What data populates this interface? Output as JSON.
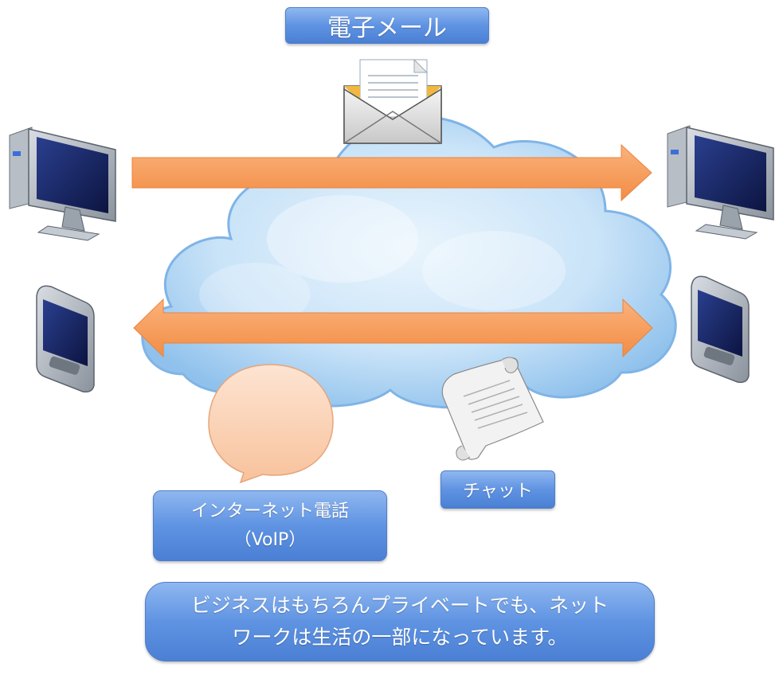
{
  "labels": {
    "email": "電子メール",
    "chat": "チャット",
    "voip_line1": "インターネット電話",
    "voip_line2": "（VoIP）",
    "caption_line1": "ビジネスはもちろんプライベートでも、ネット",
    "caption_line2": "ワークは生活の一部になっています。"
  },
  "colors": {
    "arrow": "#f79c5a",
    "cloud": "#b9daf5",
    "label_box": "#5f93e2",
    "speech_bubble": "#fbd3b6"
  },
  "icons": {
    "email": "envelope-icon",
    "chat": "scroll-icon",
    "voip": "speech-bubble-icon",
    "desktop": "desktop-computer-icon",
    "mobile": "pda-icon",
    "network": "cloud-icon"
  }
}
